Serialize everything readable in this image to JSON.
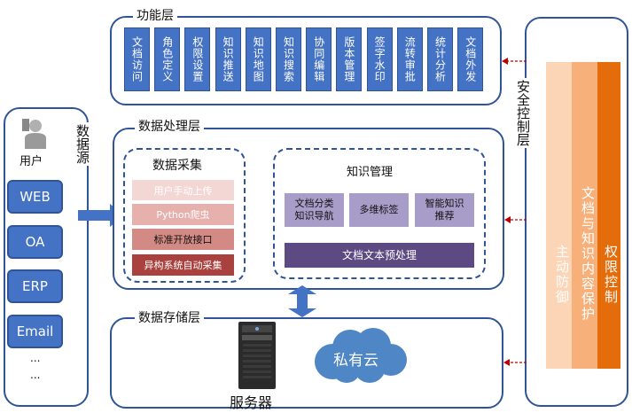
{
  "function_layer": {
    "title": "功能层",
    "items": [
      "文档访问",
      "角色定义",
      "权限设置",
      "知识推送",
      "知识地图",
      "知识搜索",
      "协同编辑",
      "版本管理",
      "签字水印",
      "流转审批",
      "统计分析",
      "文档外发"
    ]
  },
  "data_source": {
    "title": "数据源",
    "user_label": "用户",
    "items": [
      "WEB",
      "OA",
      "ERP",
      "Email"
    ],
    "ellipsis": "...",
    "ellipsis2": "..."
  },
  "processing_layer": {
    "title": "数据处理层",
    "collection": {
      "title": "数据采集",
      "items": [
        "用户手动上传",
        "Python爬虫",
        "标准开放接口",
        "异构系统自动采集"
      ]
    },
    "knowledge": {
      "title": "知识管理",
      "items": [
        "文档分类\n知识导航",
        "多维标签",
        "智能知识\n推荐"
      ],
      "bottom": "文档文本预处理"
    }
  },
  "storage_layer": {
    "title": "数据存储层",
    "server_label": "服务器",
    "cloud_label": "私有云"
  },
  "security_layer": {
    "title": "安全控制层",
    "columns": [
      "主动防御",
      "文档与知识内容保护",
      "权限控制"
    ]
  },
  "colors": {
    "primary_blue": "#4472c4",
    "border_blue": "#2f5597",
    "purple": "#a89cc8",
    "dark_purple": "#5e4a82",
    "orange": "#e46c0a"
  }
}
